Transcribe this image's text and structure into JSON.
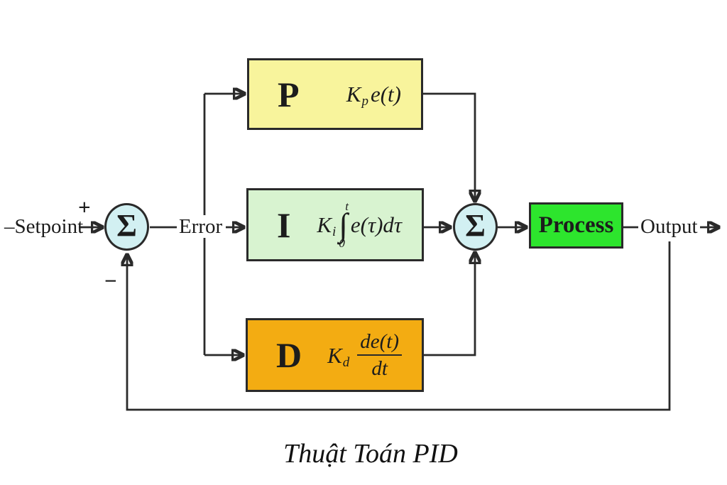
{
  "caption": "Thuật Toán PID",
  "labels": {
    "setpoint": "–Setpoint",
    "plus": "+",
    "minus": "−",
    "error": "Error",
    "output": "Output",
    "sigma": "Σ"
  },
  "blocks": {
    "p": {
      "label": "P",
      "fill": "#f8f49c",
      "formula": {
        "coef": "K",
        "sub": "p",
        "arg": "e(t)"
      }
    },
    "i": {
      "label": "I",
      "fill": "#d8f3d0",
      "formula": {
        "coef": "K",
        "sub": "i",
        "integral": "∫",
        "upper_limit": "t",
        "lower_limit": "0",
        "arg": "e(τ)dτ"
      }
    },
    "d": {
      "label": "D",
      "fill": "#f3ac12",
      "formula": {
        "coef": "K",
        "sub": "d",
        "numerator": "de(t)",
        "denominator": "dt"
      }
    },
    "process": {
      "label": "Process",
      "fill": "#2de52d"
    }
  },
  "colors": {
    "sigma_fill": "#d2f0f2",
    "line": "#2a2a2a",
    "background": "#ffffff"
  }
}
